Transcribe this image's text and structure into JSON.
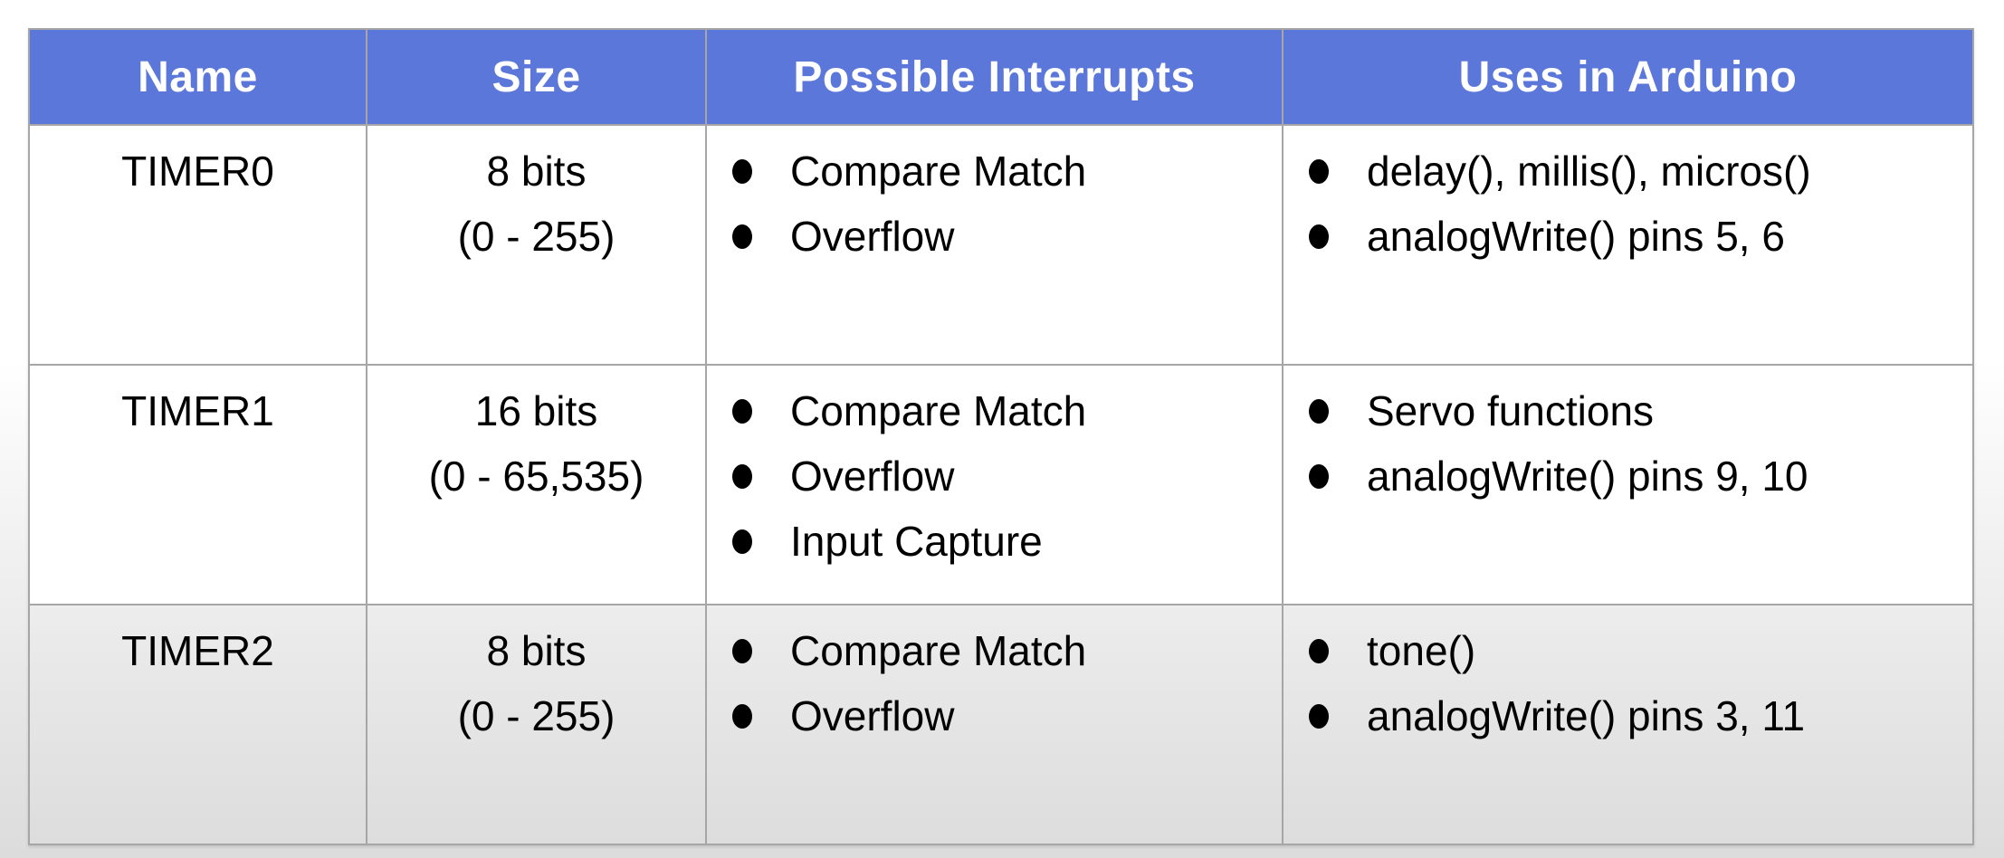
{
  "table": {
    "headers": [
      "Name",
      "Size",
      "Possible Interrupts",
      "Uses in Arduino"
    ],
    "rows": [
      {
        "name": "TIMER0",
        "size_lines": [
          "8 bits",
          "(0 - 255)"
        ],
        "interrupts": [
          "Compare Match",
          "Overflow"
        ],
        "uses": [
          "delay(), millis(), micros()",
          "analogWrite() pins 5, 6"
        ]
      },
      {
        "name": "TIMER1",
        "size_lines": [
          "16 bits",
          "(0 - 65,535)"
        ],
        "interrupts": [
          "Compare Match",
          "Overflow",
          "Input Capture"
        ],
        "uses": [
          "Servo functions",
          "analogWrite() pins 9, 10"
        ]
      },
      {
        "name": "TIMER2",
        "size_lines": [
          "8 bits",
          "(0 - 255)"
        ],
        "interrupts": [
          "Compare Match",
          "Overflow"
        ],
        "uses": [
          "tone()",
          "analogWrite() pins 3, 11"
        ]
      }
    ]
  },
  "colors": {
    "header_bg": "#5c77da",
    "header_text": "#ffffff",
    "body_text": "#000000",
    "border": "#a6a6a6",
    "bullet": "#000000",
    "page_top": "#ffffff",
    "page_bottom": "#dcdcdc"
  }
}
